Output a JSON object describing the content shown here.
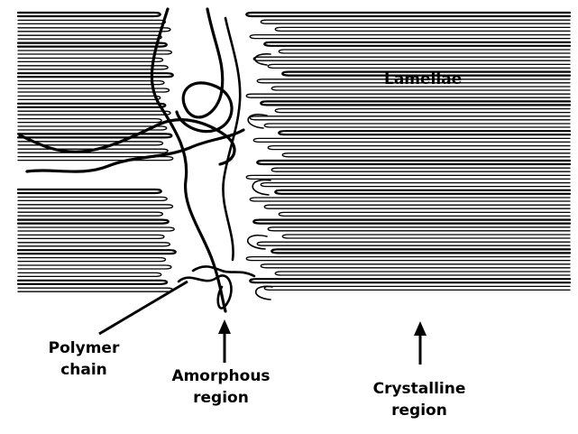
{
  "labels": {
    "lamellae": "Lamellae",
    "polymer_chain": [
      "Polymer",
      "chain"
    ],
    "amorphous_region": [
      "Amorphous",
      "region"
    ],
    "crystalline_region": [
      "Crystalline",
      "region"
    ]
  },
  "colors": {
    "ink": "#000000",
    "background": "#ffffff"
  }
}
